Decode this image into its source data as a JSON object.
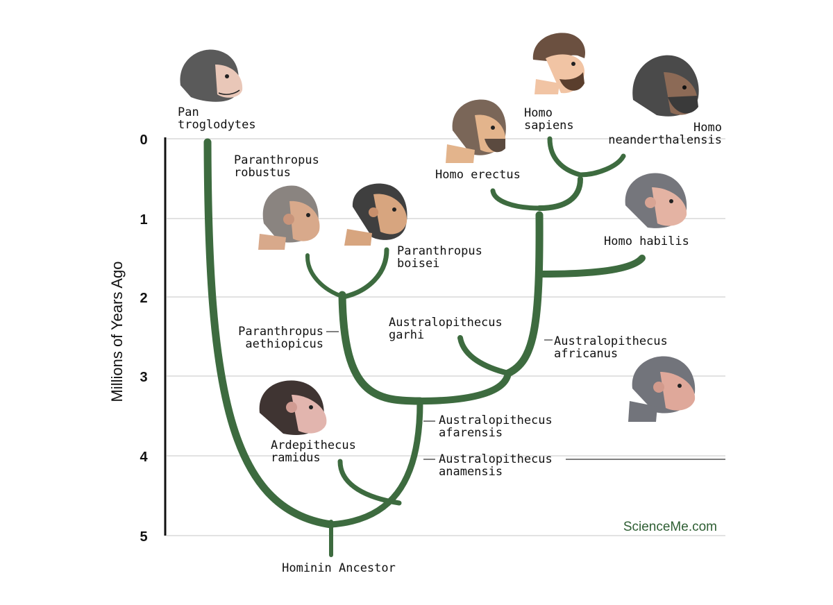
{
  "axis": {
    "title": "Millions of Years Ago",
    "ticks": [
      "0",
      "1",
      "2",
      "3",
      "4",
      "5"
    ]
  },
  "species": {
    "pan_troglodytes": "Pan\ntroglodytes",
    "paranthropus_robustus": "Paranthropus\nrobustus",
    "paranthropus_boisei": "Paranthropus\nboisei",
    "paranthropus_aethiopicus": "Paranthropus\naethiopicus",
    "homo_erectus": "Homo erectus",
    "homo_sapiens": "Homo\nsapiens",
    "homo_neanderthalensis": "Homo\nneanderthalensis",
    "homo_habilis": "Homo habilis",
    "australopithecus_garhi": "Australopithecus\ngarhi",
    "australopithecus_africanus": "Australopithecus\nafricanus",
    "australopithecus_afarensis": "Australopithecus\nafarensis",
    "australopithecus_anamensis": "Australopithecus\nanamensis",
    "ardipithecus_ramidus": "Ardepithecus\nramidus",
    "hominin_ancestor": "Hominin Ancestor"
  },
  "credit": "ScienceMe.com",
  "colors": {
    "branch": "#3d6b3f",
    "grid": "#d8d8d8",
    "credit": "#2f5f34"
  },
  "icons": [
    "chimp-head-icon",
    "robustus-head-icon",
    "boisei-head-icon",
    "erectus-head-icon",
    "sapiens-head-icon",
    "neanderthal-head-icon",
    "habilis-head-icon",
    "africanus-head-icon",
    "ramidus-head-icon"
  ]
}
